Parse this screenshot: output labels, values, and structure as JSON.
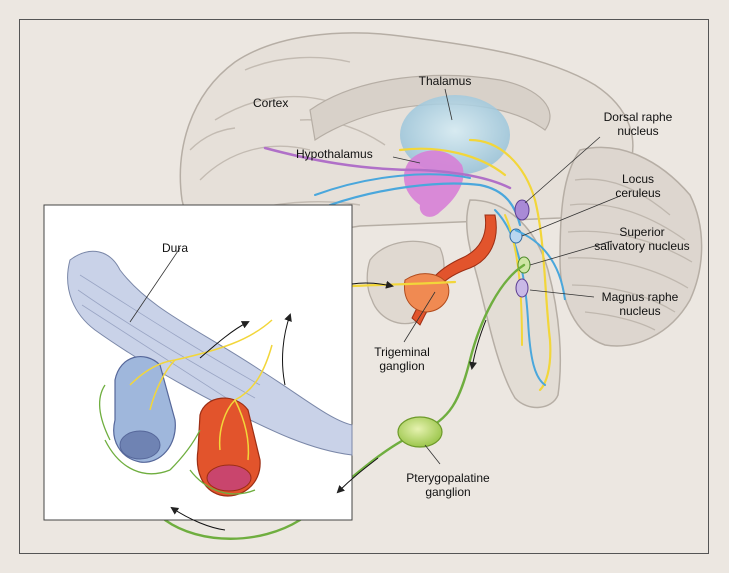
{
  "labels": {
    "cortex": "Cortex",
    "thalamus": "Thalamus",
    "hypothalamus": "Hypothalamus",
    "dorsal_raphe": "Dorsal raphe\nnucleus",
    "locus_ceruleus": "Locus\nceruleus",
    "superior_salivatory": "Superior\nsalivatory nucleus",
    "magnus_raphe": "Magnus raphe\nnucleus",
    "dura": "Dura",
    "trigeminal_ganglion": "Trigeminal\nganglion",
    "pterygopalatine_ganglion": "Pterygopalatine\nganglion"
  },
  "colors": {
    "background": "#ece7e1",
    "brain_fill": "#e6e0d9",
    "brain_stroke": "#b4aca3",
    "thalamus": "#a9cde0",
    "hypothalamus": "#d77fd6",
    "yellow_nerve": "#f2d63a",
    "blue_nerve": "#4aa7dc",
    "purple_nerve": "#b070c8",
    "green_nerve": "#6fae3f",
    "red_vessel": "#e2542c",
    "blue_vessel": "#9fb7dc"
  },
  "icons": [
    "curved-arrow-icon",
    "flow-arrow-icon"
  ]
}
